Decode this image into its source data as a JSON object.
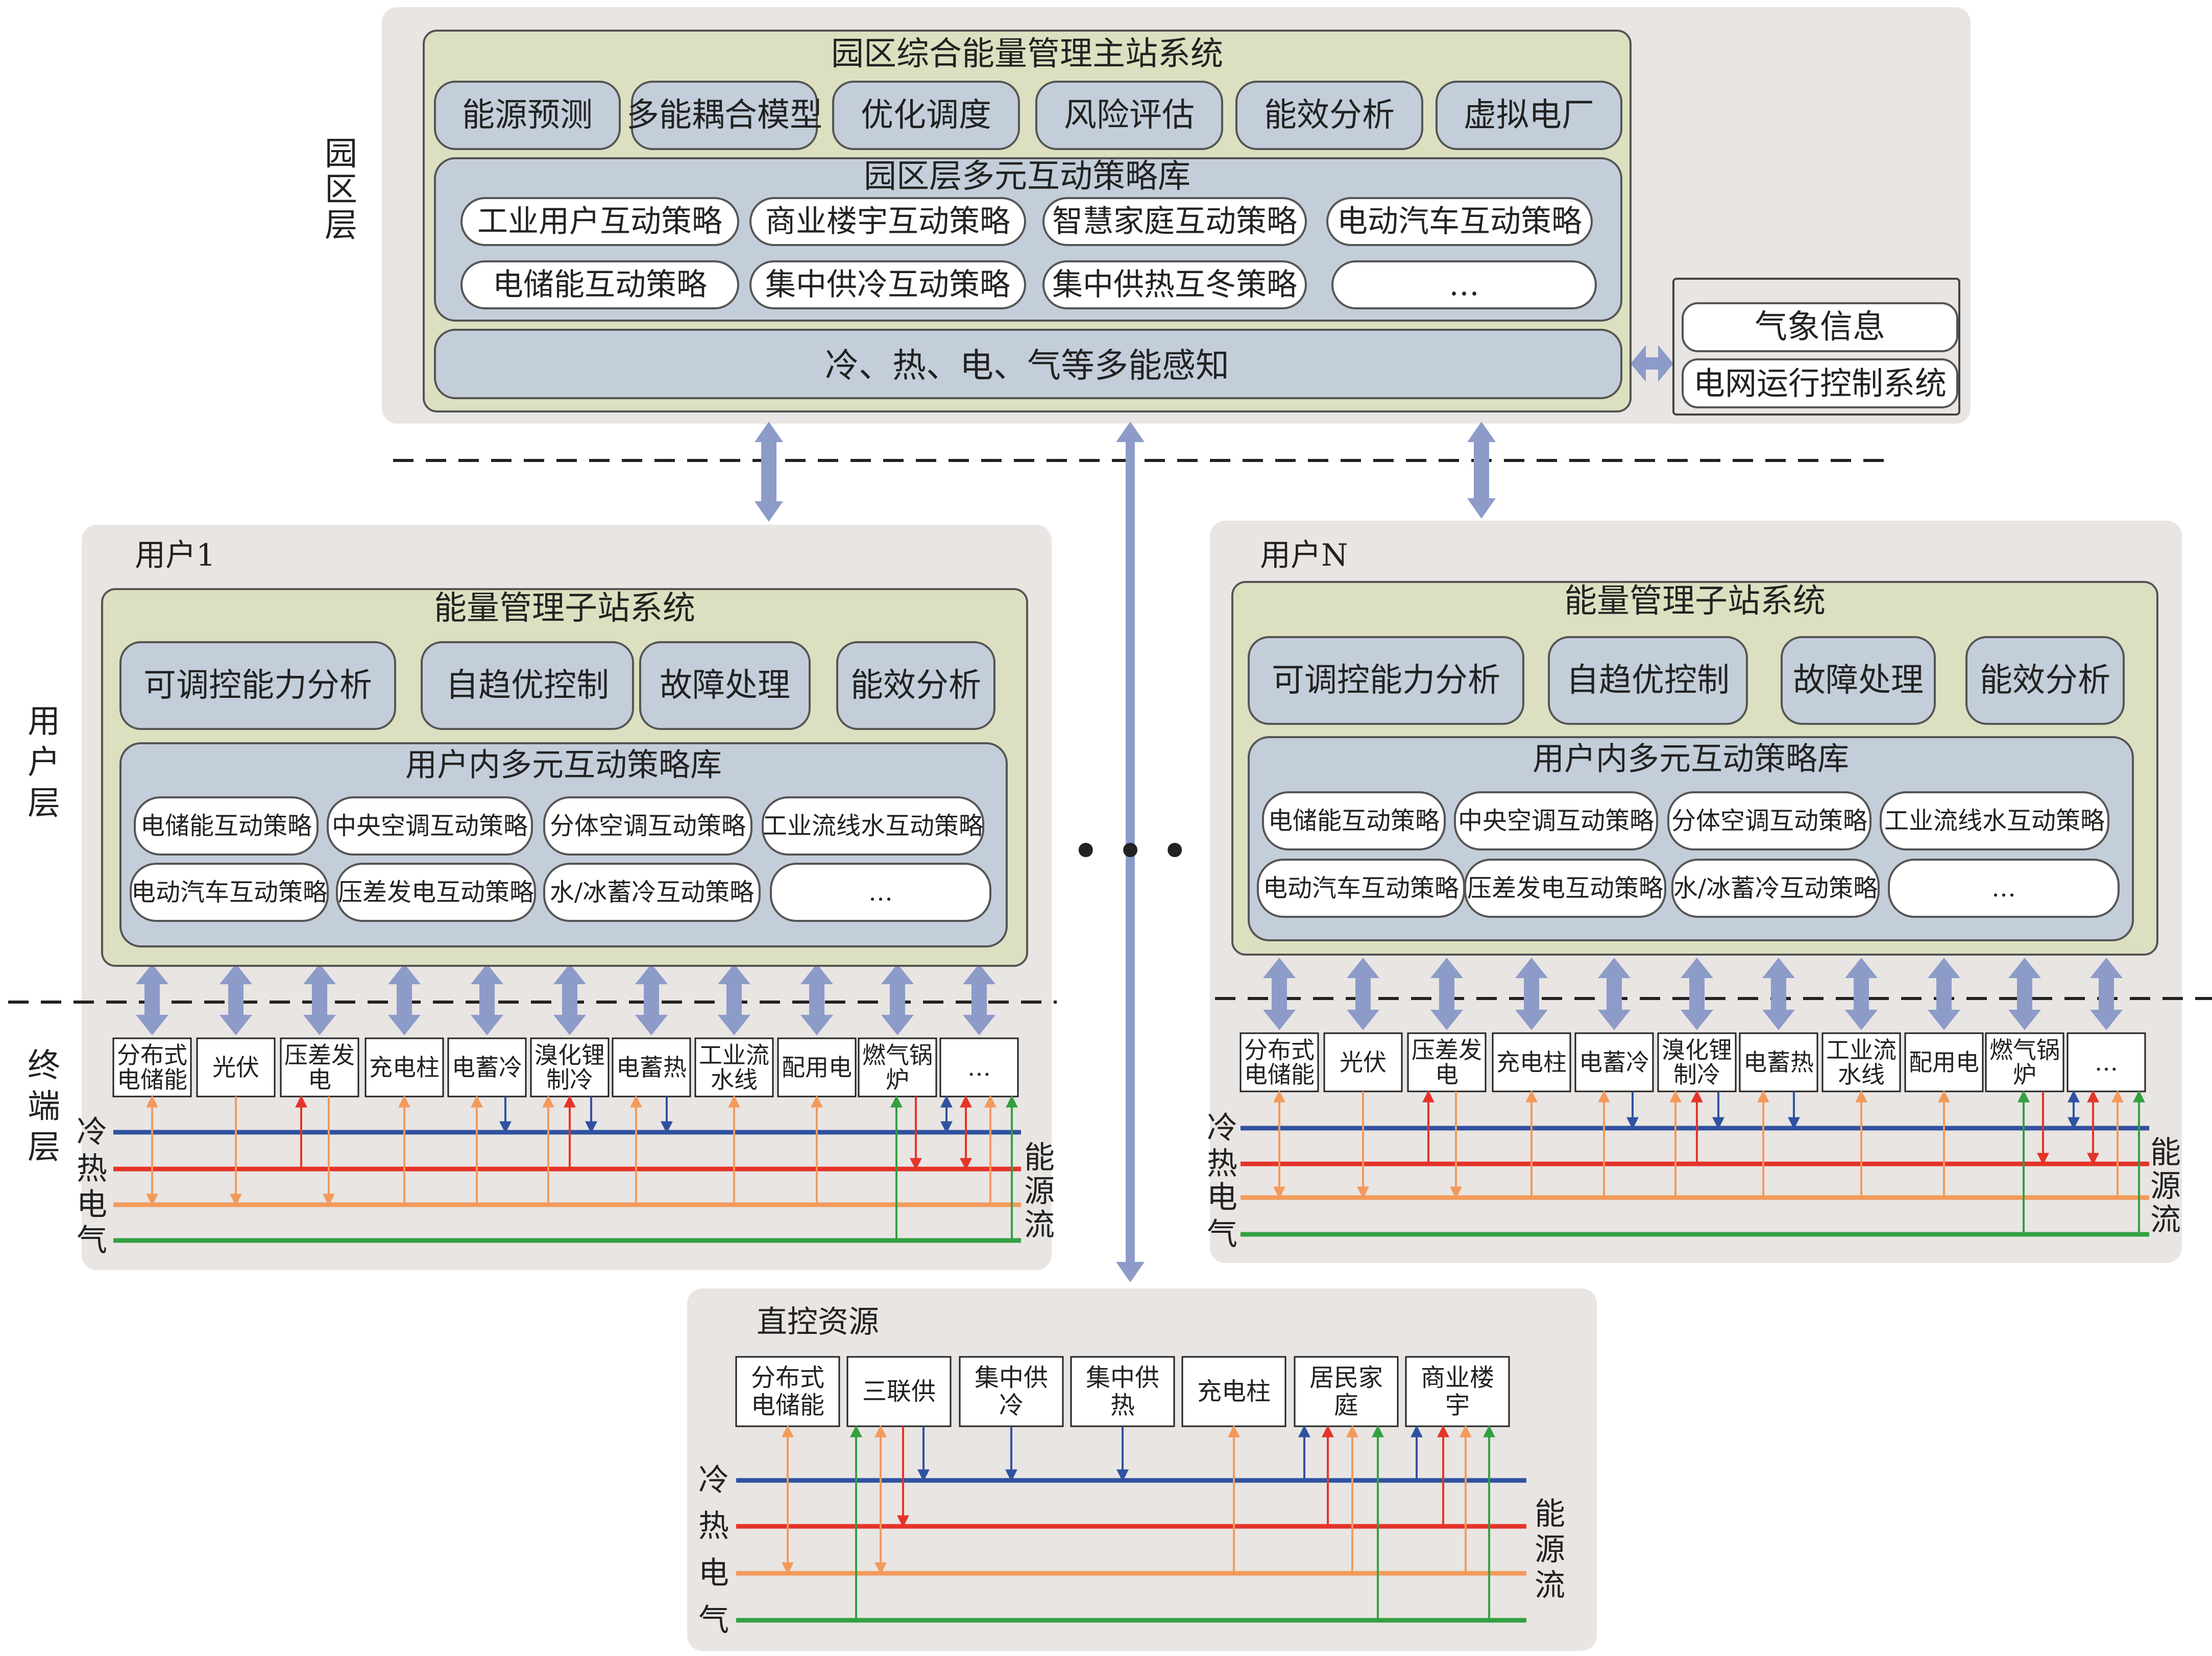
{
  "colors": {
    "panel_gray": "#e9e5e3",
    "olive": "#dde0c0",
    "blue_box": "#c4ceda",
    "white": "#ffffff",
    "arrow_blue": "#8d9bc9",
    "cold": "#2f52a1",
    "heat": "#e43429",
    "elec": "#f39a5b",
    "gas": "#33a042"
  },
  "layers": {
    "park": "园区层",
    "user": "用户层",
    "terminal": "终端层"
  },
  "park": {
    "title": "园区综合能量管理主站系统",
    "functions": [
      "能源预测",
      "多能耦合模型",
      "优化调度",
      "风险评估",
      "能效分析",
      "虚拟电厂"
    ],
    "strategy_title": "园区层多元互动策略库",
    "strategies": [
      "工业用户互动策略",
      "商业楼宇互动策略",
      "智慧家庭互动策略",
      "电动汽车互动策略",
      "电储能互动策略",
      "集中供冷互动策略",
      "集中供热互冬策略",
      "…"
    ],
    "perception": "冷、热、电、气等多能感知",
    "external": [
      "气象信息",
      "电网运行控制系统"
    ]
  },
  "users": [
    {
      "name": "用户1",
      "title": "能量管理子站系统",
      "functions": [
        "可调控能力分析",
        "自趋优控制",
        "故障处理",
        "能效分析"
      ],
      "strategy_title": "用户内多元互动策略库",
      "strategies": [
        "电储能互动策略",
        "中央空调互动策略",
        "分体空调互动策略",
        "工业流线水互动策略",
        "电动汽车互动策略",
        "压差发电互动策略",
        "水/冰蓄冷互动策略",
        "…"
      ],
      "devices": [
        "分布式电储能",
        "光伏",
        "压差发电",
        "充电柱",
        "电蓄冷",
        "溴化锂制冷",
        "电蓄热",
        "工业流水线",
        "配用电",
        "燃气锅炉",
        "…"
      ]
    },
    {
      "name": "用户N",
      "title": "能量管理子站系统",
      "functions": [
        "可调控能力分析",
        "自趋优控制",
        "故障处理",
        "能效分析"
      ],
      "strategy_title": "用户内多元互动策略库",
      "strategies": [
        "电储能互动策略",
        "中央空调互动策略",
        "分体空调互动策略",
        "工业流线水互动策略",
        "电动汽车互动策略",
        "压差发电互动策略",
        "水/冰蓄冷互动策略",
        "…"
      ],
      "devices": [
        "分布式电储能",
        "光伏",
        "压差发电",
        "充电柱",
        "电蓄冷",
        "溴化锂制冷",
        "电蓄热",
        "工业流水线",
        "配用电",
        "燃气锅炉",
        "…"
      ]
    }
  ],
  "ellipsis": "• • •",
  "direct": {
    "title": "直控资源",
    "devices": [
      "分布式电储能",
      "三联供",
      "集中供冷",
      "集中供热",
      "充电柱",
      "居民家庭",
      "商业楼宇"
    ]
  },
  "energy_lines": [
    "冷",
    "热",
    "电",
    "气"
  ],
  "energy_flow": "能源流"
}
